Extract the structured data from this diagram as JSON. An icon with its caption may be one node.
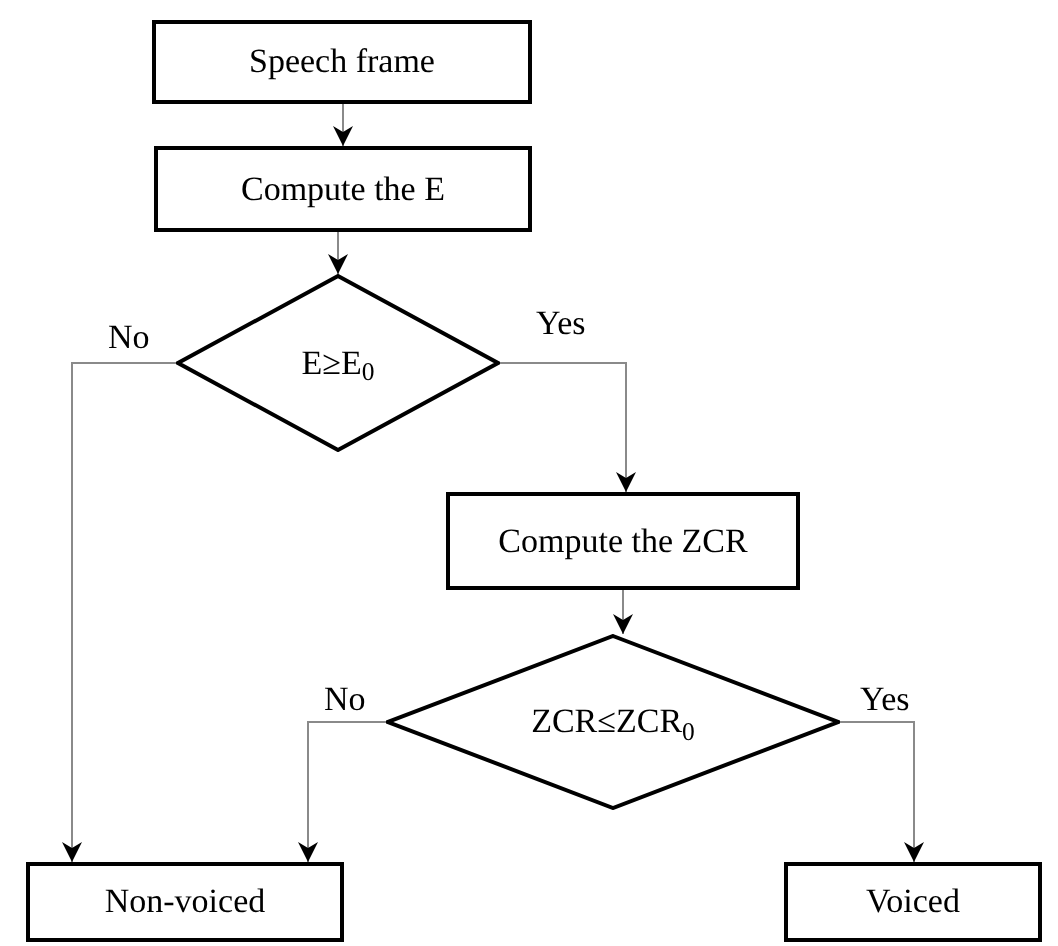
{
  "diagram": {
    "nodes": [
      {
        "text": [
          "Speech frame"
        ]
      },
      {
        "text": [
          "Compute the E"
        ]
      },
      {
        "text": [
          "E≥E$_{0}$"
        ]
      },
      {
        "text": [
          "Compute the ZCR"
        ]
      },
      {
        "text": [
          "ZCR≤ZCR$_{0}$"
        ]
      },
      {
        "text": [
          "Non-voiced"
        ]
      },
      {
        "text": [
          "Voiced"
        ]
      }
    ],
    "edges": [
      {
        "from": 0,
        "to": 1,
        "arrow": "to"
      },
      {
        "from": 1,
        "to": 2,
        "arrow": "to"
      },
      {
        "from": 2,
        "to": 5,
        "label": "No",
        "arrow": "to"
      },
      {
        "from": 2,
        "to": 3,
        "label": "Yes",
        "arrow": "to"
      },
      {
        "from": 3,
        "to": 4,
        "arrow": "to"
      },
      {
        "from": 4,
        "to": 5,
        "label": "No",
        "arrow": "to"
      },
      {
        "from": 4,
        "to": 6,
        "label": "Yes",
        "arrow": "to"
      }
    ]
  }
}
